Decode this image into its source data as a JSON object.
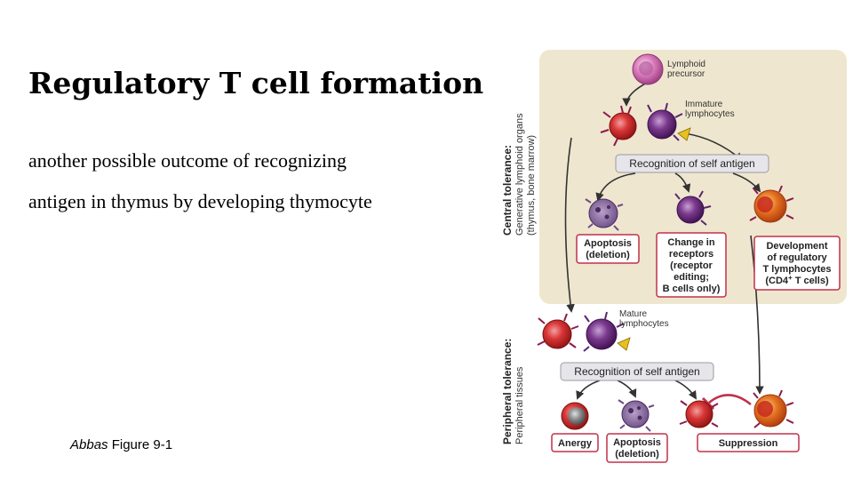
{
  "slide": {
    "title": "Regulatory T cell formation",
    "body_line_1": "another possible outcome of recognizing",
    "body_line_2": "antigen in thymus by developing thymocyte",
    "caption_author": "Abbas",
    "caption_figure": " Figure 9-1"
  },
  "figure": {
    "central_label": "Central tolerance:",
    "central_sub_1": "Generative lymphoid organs",
    "central_sub_2": "(thymus, bone marrow)",
    "peripheral_label": "Peripheral tolerance:",
    "peripheral_sub": "Peripheral tissues",
    "lymphoid_1": "Lymphoid",
    "lymphoid_2": "precursor",
    "immature_1": "Immature",
    "immature_2": "lymphocytes",
    "mature_1": "Mature",
    "mature_2": "lymphocytes",
    "recognition_central": "Recognition of self antigen",
    "recognition_peripheral": "Recognition of self antigen",
    "apoptosis_1_a": "Apoptosis",
    "apoptosis_1_b": "(deletion)",
    "change_a": "Change in",
    "change_b": "receptors",
    "change_c": "(receptor",
    "change_d": "editing;",
    "change_e": "B cells only)",
    "dev_a": "Development",
    "dev_b": "of regulatory",
    "dev_c": "T lymphocytes",
    "dev_d": "(CD4",
    "dev_d_sup": "+",
    "dev_d_end": " T cells)",
    "anergy": "Anergy",
    "apoptosis_2_a": "Apoptosis",
    "apoptosis_2_b": "(deletion)",
    "suppression": "Suppression",
    "colors": {
      "central_bg": "#efe6cf",
      "box_border": "#c0304a",
      "recognition_bg": "#e6e6ea",
      "cell_red": "#d93535",
      "cell_purple": "#7a3a8c",
      "cell_orange": "#e2701f",
      "cell_gray": "#8a8a8a",
      "precursor_pink": "#d779b8"
    }
  }
}
